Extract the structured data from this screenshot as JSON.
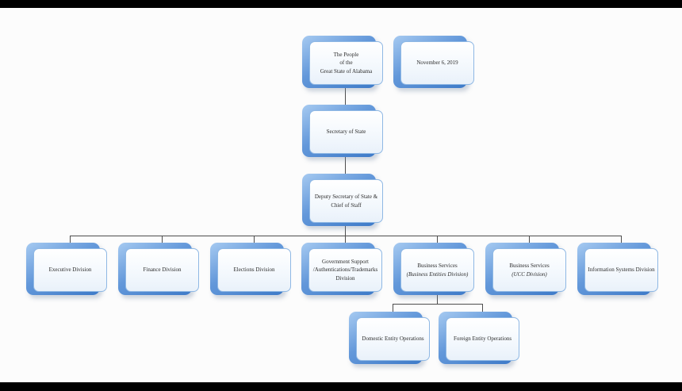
{
  "colors": {
    "accent_blue": "#3d7ac8",
    "box_border": "#8fb8e4",
    "line": "#4d4d4d",
    "letterbox": "#000000",
    "page_bg": "#fcfcfc"
  },
  "nodes": {
    "people": {
      "label": "The People\nof the\nGreat State of Alabama"
    },
    "date": {
      "label": "November 6, 2019"
    },
    "secretary": {
      "label": "Secretary of State"
    },
    "deputy": {
      "label": "Deputy Secretary of State &\nChief of Staff"
    },
    "executive": {
      "label": "Executive Division"
    },
    "finance": {
      "label": "Finance Division"
    },
    "elections": {
      "label": "Elections Division"
    },
    "gov_support": {
      "label": "Government Support\n/Authentications/Trademarks\nDivision"
    },
    "bs_entities": {
      "label": "Business Services",
      "sublabel": "(Business Entities Division)"
    },
    "bs_ucc": {
      "label": "Business Services",
      "sublabel": "(UCC Division)"
    },
    "info_systems": {
      "label": "Information Systems Division"
    },
    "domestic": {
      "label": "Domestic Entity Operations"
    },
    "foreign": {
      "label": "Foreign Entity Operations"
    }
  },
  "hierarchy": {
    "root": "people",
    "edges": [
      [
        "people",
        "secretary"
      ],
      [
        "secretary",
        "deputy"
      ],
      [
        "deputy",
        "executive"
      ],
      [
        "deputy",
        "finance"
      ],
      [
        "deputy",
        "elections"
      ],
      [
        "deputy",
        "gov_support"
      ],
      [
        "deputy",
        "bs_entities"
      ],
      [
        "deputy",
        "bs_ucc"
      ],
      [
        "deputy",
        "info_systems"
      ],
      [
        "bs_entities",
        "domestic"
      ],
      [
        "bs_entities",
        "foreign"
      ]
    ]
  }
}
